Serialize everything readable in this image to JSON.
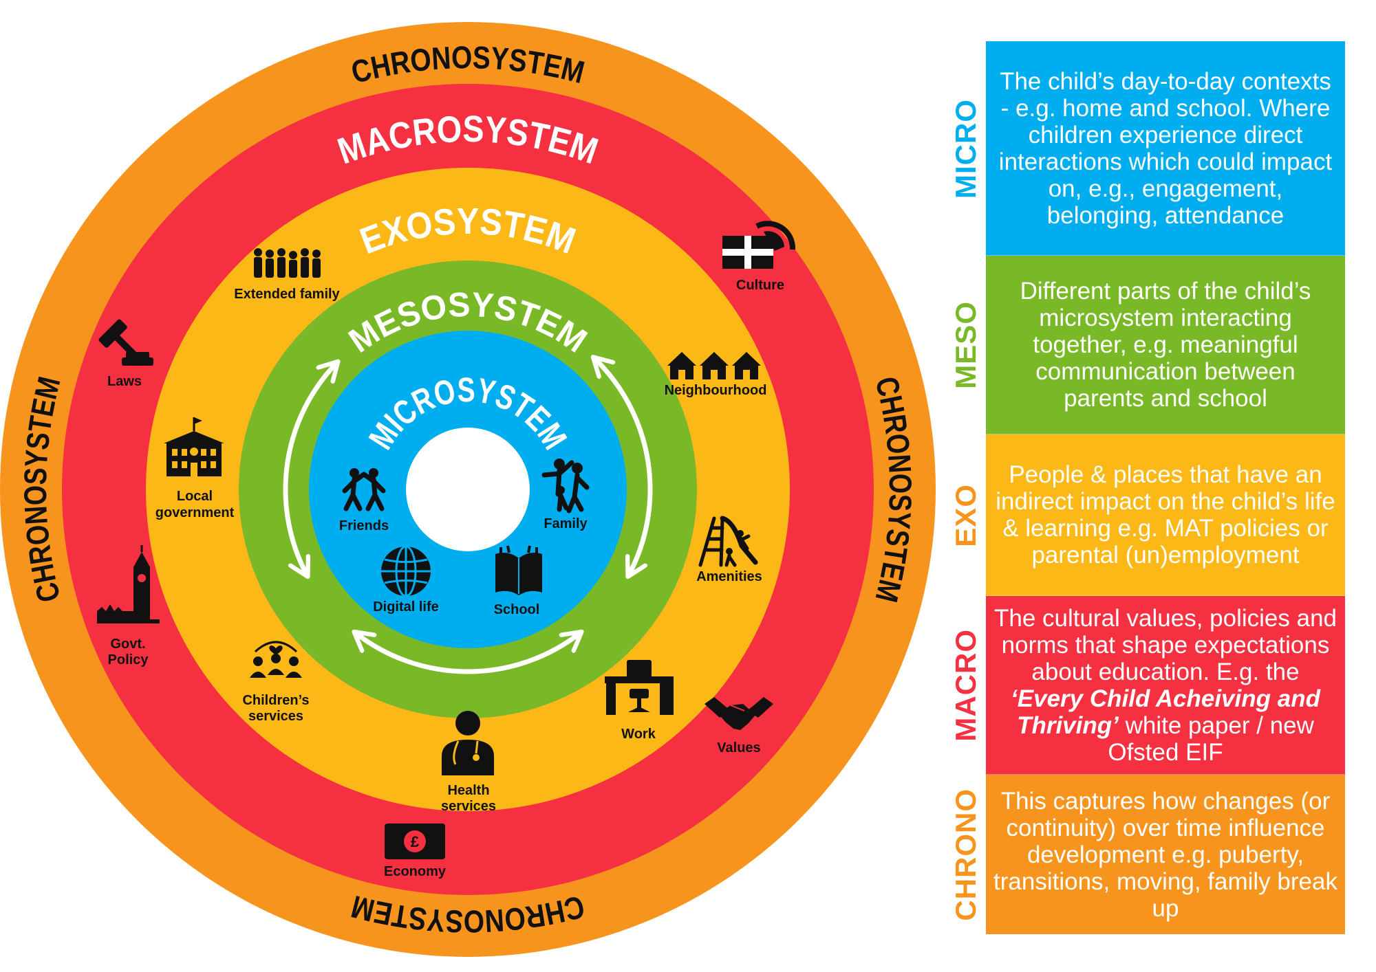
{
  "colors": {
    "chrono": "#f7941e",
    "macro": "#f43041",
    "exo": "#fbb817",
    "meso": "#79b928",
    "micro": "#00aeef",
    "center": "#ffffff",
    "icon": "#111111"
  },
  "rings": {
    "chrono": "CHRONOSYSTEM",
    "macro": "MACROSYSTEM",
    "exo": "EXOSYSTEM",
    "meso": "MESOSYSTEM",
    "micro": "MICROSYSTEM"
  },
  "icons": {
    "extended_family": "Extended family",
    "culture": "Culture",
    "laws": "Laws",
    "neighbourhood": "Neighbourhood",
    "local_government": [
      "Local",
      "government"
    ],
    "amenities": "Amenities",
    "govt_policy": [
      "Govt.",
      "Policy"
    ],
    "childrens_services": [
      "Children’s",
      "services"
    ],
    "work": "Work",
    "values": "Values",
    "health_services": [
      "Health",
      "services"
    ],
    "economy": "Economy",
    "economy_symbol": "£",
    "friends": "Friends",
    "family": "Family",
    "digital_life": "Digital life",
    "school": "School"
  },
  "panel": {
    "rows": [
      {
        "label": "MICRO",
        "text": "The child’s day-to-day contexts - e.g. home and school. Where children experience direct interactions which could impact on, e.g., engagement, belonging, attendance"
      },
      {
        "label": "MESO",
        "text": "Different parts of the child’s microsystem interacting together, e.g. meaningful communication between parents and school"
      },
      {
        "label": "EXO",
        "text": "People & places that have an indirect impact on the child’s life & learning e.g. MAT policies or parental (un)employment"
      },
      {
        "label": "MACRO",
        "text_pre": "The cultural values, policies and norms that shape expectations about education. E.g. the ",
        "text_em": "‘Every Child Acheiving and Thriving’",
        "text_post": " white paper / new Ofsted EIF"
      },
      {
        "label": "CHRONO",
        "text": "This captures how changes (or continuity) over time influence development e.g. puberty, transitions, moving, family break up"
      }
    ]
  }
}
